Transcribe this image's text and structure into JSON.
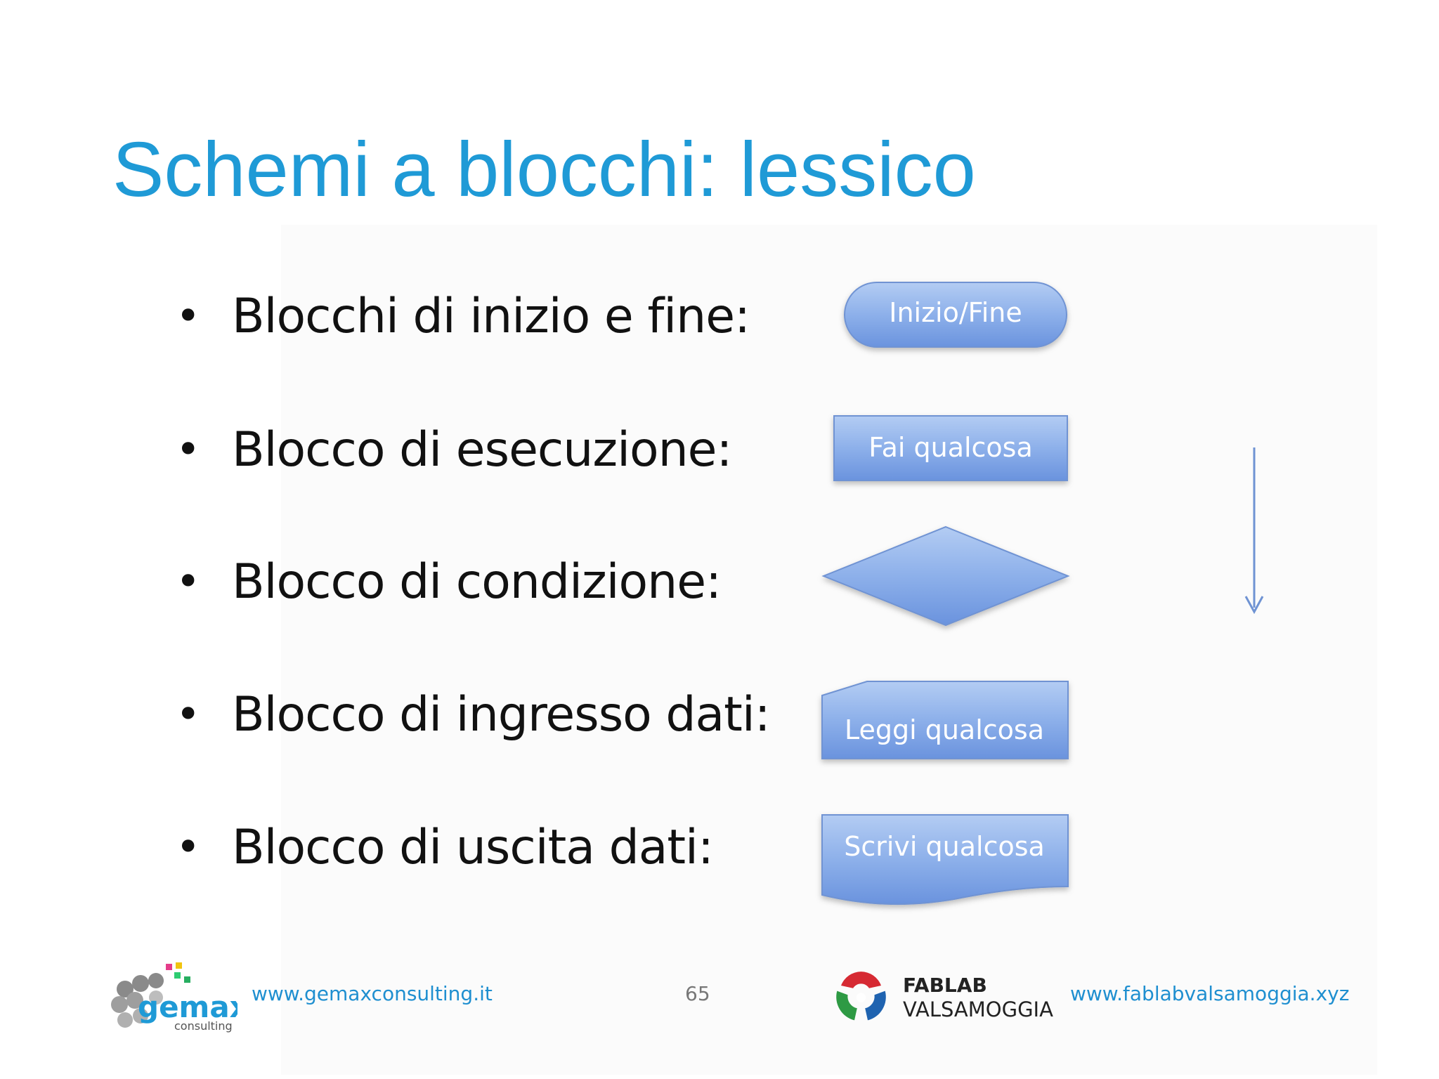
{
  "slide": {
    "title": "Schemi a blocchi: lessico",
    "page_number": "65"
  },
  "bullets": [
    {
      "label": "Blocchi di inizio e fine:",
      "shape": "terminator",
      "shape_text": "Inizio/Fine"
    },
    {
      "label": "Blocco di esecuzione:",
      "shape": "process",
      "shape_text": "Fai qualcosa"
    },
    {
      "label": "Blocco di condizione:",
      "shape": "decision",
      "shape_text": ""
    },
    {
      "label": "Blocco di ingresso dati:",
      "shape": "manual-input",
      "shape_text": "Leggi qualcosa"
    },
    {
      "label": "Blocco di uscita dati:",
      "shape": "document",
      "shape_text": "Scrivi qualcosa"
    }
  ],
  "bullet_symbol": "•",
  "footer": {
    "left_url": "www.gemaxconsulting.it",
    "right_url": "www.fablabvalsamoggia.xyz",
    "left_logo": {
      "name": "gemax",
      "subtitle": "consulting"
    },
    "right_logo": {
      "line1": "FABLAB",
      "line2": "VALSAMOGGIA"
    }
  },
  "colors": {
    "title": "#1f9ad6",
    "shape_fill_top": "#a9c4f0",
    "shape_fill_bottom": "#6e97e0",
    "shape_stroke": "#6f93d3",
    "arrow": "#6f93d3",
    "footer_link": "#1f8fd0"
  }
}
